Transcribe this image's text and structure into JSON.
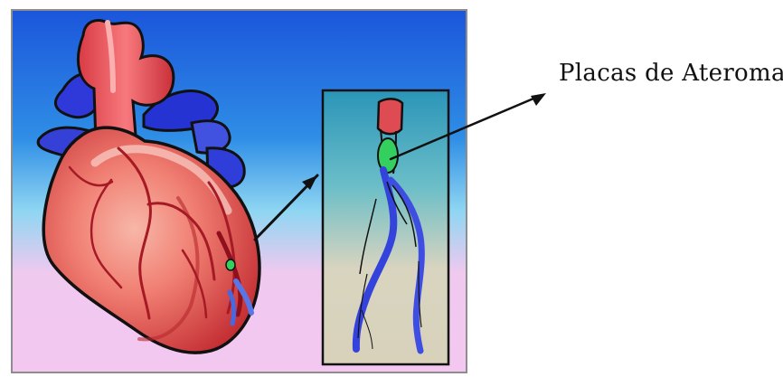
{
  "annotation": {
    "label": "Placas de Ateroma"
  },
  "colors": {
    "background_top": "#1f63e6",
    "background_bottom": "#f1c8f0",
    "heart_red": "#e84f52",
    "vessel_blue": "#2f3fd8",
    "plaque_green": "#34d05f",
    "inset_top": "#3fa0bf",
    "inset_bottom": "#d9d2b8"
  },
  "icons": {
    "heart": "heart-illustration",
    "artery": "coronary-artery-inset",
    "plaque": "plaque-marker"
  }
}
